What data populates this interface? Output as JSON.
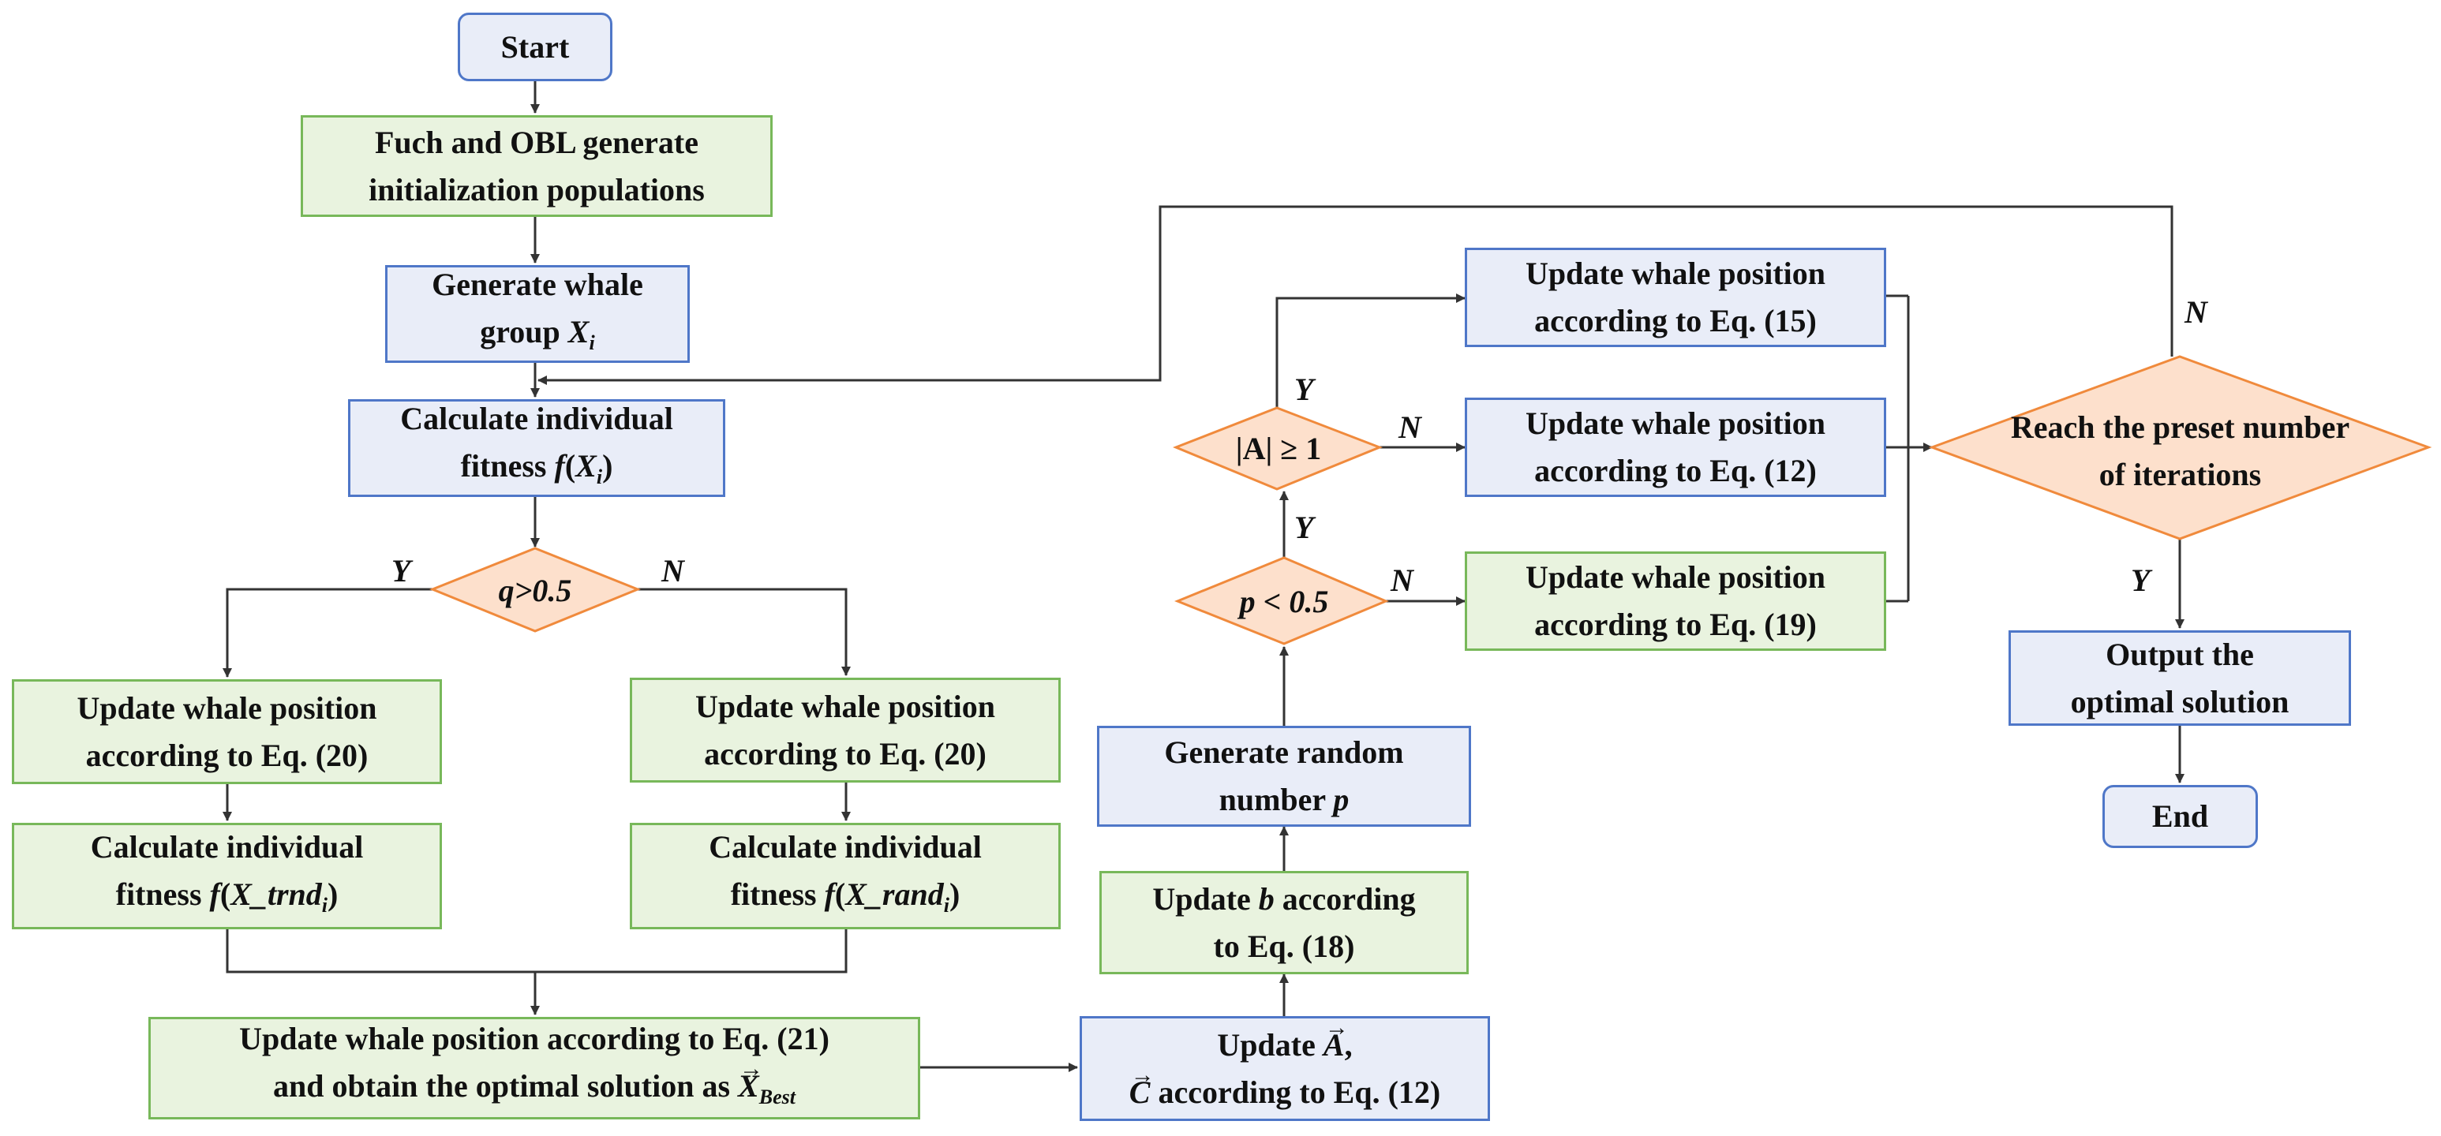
{
  "nodes": {
    "start": "Start",
    "init": [
      "Fuch and OBL generate",
      "initialization populations"
    ],
    "generate_group": {
      "line1": "Generate whale",
      "line2_prefix": "group ",
      "var": "X",
      "sub": "i"
    },
    "calc_fitness": {
      "line1": "Calculate individual",
      "line2_prefix": "fitness ",
      "func": "f",
      "open": "(",
      "var": "X",
      "sub": "i",
      "close": ")"
    },
    "q_decision": "q>0.5",
    "update_left": [
      "Update whale position",
      "according to Eq. (20)"
    ],
    "update_right": [
      "Update whale position",
      "according to Eq. (20)"
    ],
    "calc_left": {
      "line1": "Calculate individual",
      "line2_prefix": "fitness ",
      "func": "f",
      "open": "(",
      "var": "X_trnd",
      "sub": "i",
      "close": ")"
    },
    "calc_right": {
      "line1": "Calculate individual",
      "line2_prefix": "fitness ",
      "func": "f",
      "open": "(",
      "var": "X_rand",
      "sub": "i",
      "close": ")"
    },
    "update21": {
      "line1": "Update whale position according to Eq. (21)",
      "line2_prefix": "and obtain the optimal solution as ",
      "var": "X",
      "sub": "Best"
    },
    "update_AC": {
      "line1_prefix": "Update ",
      "var1": "A",
      "line1_suffix": ",",
      "var2": "C",
      "line2_suffix": " according to Eq. (12)"
    },
    "update_b": {
      "line1_prefix": "Update ",
      "var": "b",
      "line1_suffix": " according",
      "line2": "to Eq. (18)"
    },
    "gen_random": {
      "line1": "Generate random",
      "line2_prefix": "number ",
      "var": "p"
    },
    "p_decision": "p < 0.5",
    "a_decision": "|A| ≥ 1",
    "eq15": [
      "Update whale position",
      "according to Eq. (15)"
    ],
    "eq12": [
      "Update whale position",
      "according to Eq. (12)"
    ],
    "eq19": [
      "Update whale position",
      "according to Eq. (19)"
    ],
    "iter_decision": [
      "Reach the preset number",
      "of iterations"
    ],
    "output": [
      "Output the",
      "optimal solution"
    ],
    "end": "End"
  },
  "edge_labels": {
    "q_yes": "Y",
    "q_no": "N",
    "p_yes": "Y",
    "p_no": "N",
    "a_yes": "Y",
    "a_no": "N",
    "iter_no": "N",
    "iter_yes": "Y"
  },
  "colors": {
    "green_fill": "#e9f3df",
    "green_border": "#78b85a",
    "blue_fill": "#e9edf8",
    "blue_border": "#4f77c8",
    "diamond_fill": "#fde0cc",
    "diamond_border": "#f08a3c",
    "line": "#333333"
  }
}
